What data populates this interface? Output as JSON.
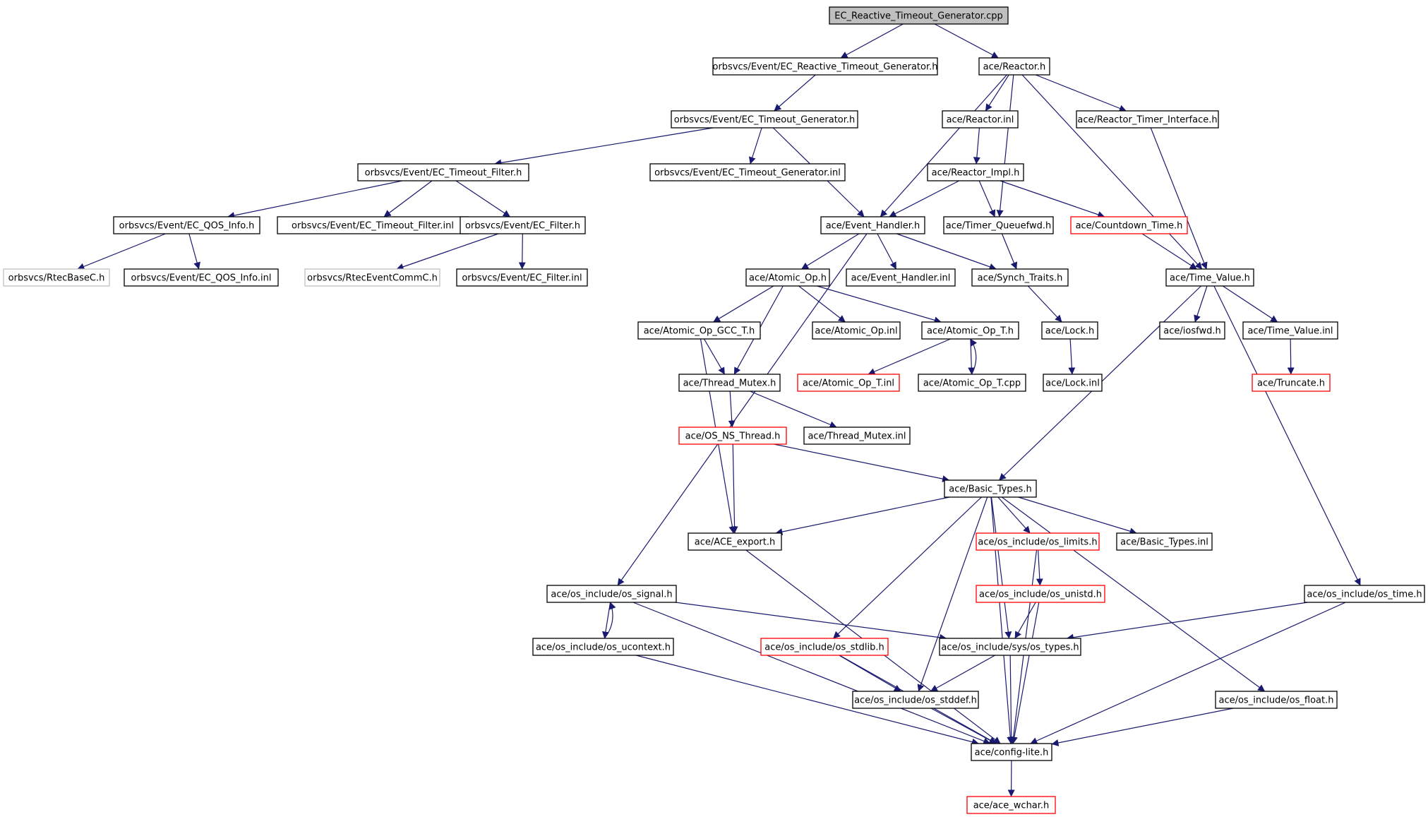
{
  "colors": {
    "edge": "#191970",
    "box_normal": "#000000",
    "box_red": "#ff0000",
    "box_gray": "#bfbfbf",
    "root_fill": "#bfbfbf",
    "text": "#000000",
    "background": "#ffffff"
  },
  "nodes": [
    {
      "id": "root",
      "label": "EC_Reactive_Timeout_Generator.cpp",
      "style": "root"
    },
    {
      "id": "rtg_h",
      "label": "orbsvcs/Event/EC_Reactive_Timeout_Generator.h",
      "style": "normal"
    },
    {
      "id": "reactor_h",
      "label": "ace/Reactor.h",
      "style": "normal"
    },
    {
      "id": "tg_h",
      "label": "orbsvcs/Event/EC_Timeout_Generator.h",
      "style": "normal"
    },
    {
      "id": "reactor_inl",
      "label": "ace/Reactor.inl",
      "style": "normal"
    },
    {
      "id": "rti_h",
      "label": "ace/Reactor_Timer_Interface.h",
      "style": "normal"
    },
    {
      "id": "tf_h",
      "label": "orbsvcs/Event/EC_Timeout_Filter.h",
      "style": "normal"
    },
    {
      "id": "tg_inl",
      "label": "orbsvcs/Event/EC_Timeout_Generator.inl",
      "style": "normal"
    },
    {
      "id": "rimpl_h",
      "label": "ace/Reactor_Impl.h",
      "style": "normal"
    },
    {
      "id": "qos_h",
      "label": "orbsvcs/Event/EC_QOS_Info.h",
      "style": "normal"
    },
    {
      "id": "tf_inl",
      "label": "orbsvcs/Event/EC_Timeout_Filter.inl",
      "style": "normal"
    },
    {
      "id": "filt_h",
      "label": "orbsvcs/Event/EC_Filter.h",
      "style": "normal"
    },
    {
      "id": "evh_h",
      "label": "ace/Event_Handler.h",
      "style": "normal"
    },
    {
      "id": "tqf_h",
      "label": "ace/Timer_Queuefwd.h",
      "style": "normal"
    },
    {
      "id": "cd_h",
      "label": "ace/Countdown_Time.h",
      "style": "red"
    },
    {
      "id": "rtecbase",
      "label": "orbsvcs/RtecBaseC.h",
      "style": "gray"
    },
    {
      "id": "qos_inl",
      "label": "orbsvcs/Event/EC_QOS_Info.inl",
      "style": "normal"
    },
    {
      "id": "rteccomm",
      "label": "orbsvcs/RtecEventCommC.h",
      "style": "gray"
    },
    {
      "id": "filt_inl",
      "label": "orbsvcs/Event/EC_Filter.inl",
      "style": "normal"
    },
    {
      "id": "atop_h",
      "label": "ace/Atomic_Op.h",
      "style": "normal"
    },
    {
      "id": "evh_inl",
      "label": "ace/Event_Handler.inl",
      "style": "normal"
    },
    {
      "id": "synch_h",
      "label": "ace/Synch_Traits.h",
      "style": "normal"
    },
    {
      "id": "tv_h",
      "label": "ace/Time_Value.h",
      "style": "normal"
    },
    {
      "id": "atgcc_h",
      "label": "ace/Atomic_Op_GCC_T.h",
      "style": "normal"
    },
    {
      "id": "atop_inl",
      "label": "ace/Atomic_Op.inl",
      "style": "normal"
    },
    {
      "id": "att_h",
      "label": "ace/Atomic_Op_T.h",
      "style": "normal"
    },
    {
      "id": "lock_h",
      "label": "ace/Lock.h",
      "style": "normal"
    },
    {
      "id": "iosfwd_h",
      "label": "ace/iosfwd.h",
      "style": "normal"
    },
    {
      "id": "tv_inl",
      "label": "ace/Time_Value.inl",
      "style": "normal"
    },
    {
      "id": "tmx_h",
      "label": "ace/Thread_Mutex.h",
      "style": "normal"
    },
    {
      "id": "att_inl",
      "label": "ace/Atomic_Op_T.inl",
      "style": "red"
    },
    {
      "id": "att_cpp",
      "label": "ace/Atomic_Op_T.cpp",
      "style": "normal"
    },
    {
      "id": "lock_inl",
      "label": "ace/Lock.inl",
      "style": "normal"
    },
    {
      "id": "trunc_h",
      "label": "ace/Truncate.h",
      "style": "red"
    },
    {
      "id": "osnst_h",
      "label": "ace/OS_NS_Thread.h",
      "style": "red"
    },
    {
      "id": "tmx_inl",
      "label": "ace/Thread_Mutex.inl",
      "style": "normal"
    },
    {
      "id": "bt_h",
      "label": "ace/Basic_Types.h",
      "style": "normal"
    },
    {
      "id": "aceexp_h",
      "label": "ace/ACE_export.h",
      "style": "normal"
    },
    {
      "id": "oslim_h",
      "label": "ace/os_include/os_limits.h",
      "style": "red"
    },
    {
      "id": "bt_inl",
      "label": "ace/Basic_Types.inl",
      "style": "normal"
    },
    {
      "id": "ossig_h",
      "label": "ace/os_include/os_signal.h",
      "style": "normal"
    },
    {
      "id": "osuni_h",
      "label": "ace/os_include/os_unistd.h",
      "style": "red"
    },
    {
      "id": "ostime_h",
      "label": "ace/os_include/os_time.h",
      "style": "normal"
    },
    {
      "id": "osuctx_h",
      "label": "ace/os_include/os_ucontext.h",
      "style": "normal"
    },
    {
      "id": "osstdlib_h",
      "label": "ace/os_include/os_stdlib.h",
      "style": "red"
    },
    {
      "id": "ostypes_h",
      "label": "ace/os_include/sys/os_types.h",
      "style": "normal"
    },
    {
      "id": "osstddef_h",
      "label": "ace/os_include/os_stddef.h",
      "style": "normal"
    },
    {
      "id": "osfloat_h",
      "label": "ace/os_include/os_float.h",
      "style": "normal"
    },
    {
      "id": "cfg_h",
      "label": "ace/config-lite.h",
      "style": "normal"
    },
    {
      "id": "wchar_h",
      "label": "ace/ace_wchar.h",
      "style": "red"
    }
  ],
  "edges": [
    [
      "root",
      "rtg_h"
    ],
    [
      "root",
      "reactor_h"
    ],
    [
      "rtg_h",
      "tg_h"
    ],
    [
      "reactor_h",
      "evh_h"
    ],
    [
      "reactor_h",
      "reactor_inl"
    ],
    [
      "reactor_h",
      "tqf_h"
    ],
    [
      "reactor_h",
      "rti_h"
    ],
    [
      "reactor_h",
      "tv_h"
    ],
    [
      "tg_h",
      "tf_h"
    ],
    [
      "tg_h",
      "tg_inl"
    ],
    [
      "tg_h",
      "evh_h"
    ],
    [
      "reactor_inl",
      "rimpl_h"
    ],
    [
      "rti_h",
      "tv_h"
    ],
    [
      "tf_h",
      "qos_h"
    ],
    [
      "tf_h",
      "tf_inl"
    ],
    [
      "tf_h",
      "filt_h"
    ],
    [
      "rimpl_h",
      "evh_h"
    ],
    [
      "rimpl_h",
      "tqf_h"
    ],
    [
      "rimpl_h",
      "cd_h"
    ],
    [
      "qos_h",
      "rtecbase"
    ],
    [
      "qos_h",
      "qos_inl"
    ],
    [
      "filt_h",
      "rteccomm"
    ],
    [
      "filt_h",
      "filt_inl"
    ],
    [
      "evh_h",
      "ossig_h"
    ],
    [
      "evh_h",
      "atop_h"
    ],
    [
      "evh_h",
      "evh_inl"
    ],
    [
      "evh_h",
      "synch_h"
    ],
    [
      "tqf_h",
      "synch_h"
    ],
    [
      "cd_h",
      "tv_h"
    ],
    [
      "atop_h",
      "atgcc_h"
    ],
    [
      "atop_h",
      "tmx_h"
    ],
    [
      "atop_h",
      "atop_inl"
    ],
    [
      "atop_h",
      "att_h"
    ],
    [
      "synch_h",
      "lock_h"
    ],
    [
      "tv_h",
      "bt_h"
    ],
    [
      "tv_h",
      "iosfwd_h"
    ],
    [
      "tv_h",
      "tv_inl"
    ],
    [
      "tv_h",
      "ostime_h"
    ],
    [
      "atgcc_h",
      "tmx_h"
    ],
    [
      "atgcc_h",
      "aceexp_h"
    ],
    [
      "att_h",
      "att_inl"
    ],
    [
      "att_h",
      "att_cpp"
    ],
    [
      "att_cpp",
      "att_h"
    ],
    [
      "lock_h",
      "lock_inl"
    ],
    [
      "tv_inl",
      "trunc_h"
    ],
    [
      "tmx_h",
      "osnst_h"
    ],
    [
      "tmx_h",
      "tmx_inl"
    ],
    [
      "osnst_h",
      "aceexp_h"
    ],
    [
      "osnst_h",
      "bt_h"
    ],
    [
      "bt_h",
      "aceexp_h"
    ],
    [
      "bt_h",
      "oslim_h"
    ],
    [
      "bt_h",
      "bt_inl"
    ],
    [
      "bt_h",
      "osstdlib_h"
    ],
    [
      "bt_h",
      "ostypes_h"
    ],
    [
      "bt_h",
      "osstddef_h"
    ],
    [
      "bt_h",
      "osfloat_h"
    ],
    [
      "bt_h",
      "cfg_h"
    ],
    [
      "aceexp_h",
      "cfg_h"
    ],
    [
      "oslim_h",
      "osuni_h"
    ],
    [
      "oslim_h",
      "cfg_h"
    ],
    [
      "osuni_h",
      "ostypes_h"
    ],
    [
      "osuni_h",
      "cfg_h"
    ],
    [
      "ossig_h",
      "osuctx_h"
    ],
    [
      "osuctx_h",
      "ossig_h"
    ],
    [
      "ossig_h",
      "ostypes_h"
    ],
    [
      "ossig_h",
      "cfg_h"
    ],
    [
      "osuctx_h",
      "cfg_h"
    ],
    [
      "ostime_h",
      "ostypes_h"
    ],
    [
      "ostime_h",
      "cfg_h"
    ],
    [
      "osstdlib_h",
      "osstddef_h"
    ],
    [
      "osstdlib_h",
      "cfg_h"
    ],
    [
      "ostypes_h",
      "osstddef_h"
    ],
    [
      "ostypes_h",
      "cfg_h"
    ],
    [
      "osstddef_h",
      "cfg_h"
    ],
    [
      "osfloat_h",
      "cfg_h"
    ],
    [
      "cfg_h",
      "wchar_h"
    ]
  ]
}
